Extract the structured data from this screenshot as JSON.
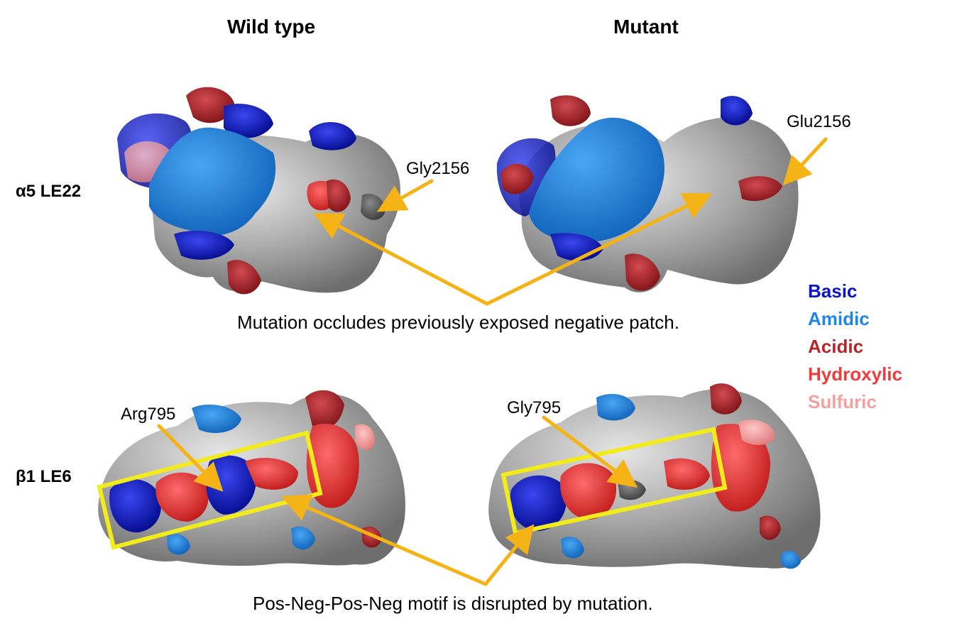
{
  "columns": {
    "left": "Wild type",
    "right": "Mutant"
  },
  "rows": {
    "top": "α5 LE22",
    "bottom": "β1 LE6"
  },
  "residues": {
    "wt_top": "Gly2156",
    "mut_top": "Glu2156",
    "wt_bottom": "Arg795",
    "mut_bottom": "Gly795"
  },
  "captions": {
    "top": "Mutation occludes previously exposed negative patch.",
    "bottom": "Pos-Neg-Pos-Neg motif is disrupted by mutation."
  },
  "legend": [
    {
      "label": "Basic",
      "color": "#0a14c8"
    },
    {
      "label": "Amidic",
      "color": "#1f86e6"
    },
    {
      "label": "Acidic",
      "color": "#b8232a"
    },
    {
      "label": "Hydroxylic",
      "color": "#ee3b3b"
    },
    {
      "label": "Sulfuric",
      "color": "#f3a0a0"
    }
  ],
  "colors": {
    "arrow": "#f5b316",
    "box": "#f2ec1c",
    "surface_gray": "#a4a4a4",
    "surface_dark": "#5a5a5a"
  }
}
